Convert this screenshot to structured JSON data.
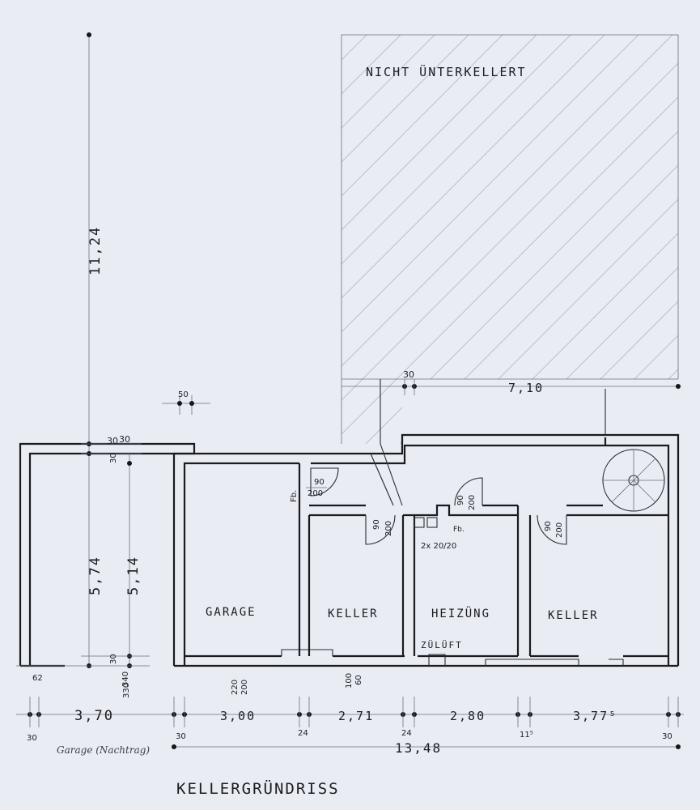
{
  "drawing": {
    "title": "KELLERGRÜNDRISS",
    "note_unbasemented": "NICHT ÜNTERKELLERT",
    "note_garage_addendum": "Garage (Nachtrag)"
  },
  "rooms": {
    "garage": "GARAGE",
    "keller_1": "KELLER",
    "heizung": "HEIZÜNG",
    "keller_2": "KELLER",
    "zuluft": "ZÜLÜFT"
  },
  "doors": {
    "door_1_width": "90",
    "door_1_height": "200",
    "door_1_tag": "Fb.",
    "door_2_width": "90",
    "door_2_height": "200",
    "door_3_width": "90",
    "door_3_height": "200",
    "door_3_tag": "Fb.",
    "door_4_width": "90",
    "door_4_height": "200",
    "duct_label": "2x 20/20"
  },
  "dimensions": {
    "total_depth": "11,24",
    "depth_left_outer": "5,74",
    "depth_left_inner": "5,14",
    "wall_50": "50",
    "wall_30_top": "30",
    "wall_30_a": "30",
    "wall_30_b": "30",
    "wall_30_c": "30",
    "dim_62": "62",
    "dim_340": "340",
    "dim_330": "330",
    "garage_door_w": "220",
    "garage_door_h": "200",
    "window_w": "100",
    "window_h": "60",
    "upper_width": "7,10",
    "upper_wall": "30",
    "seg_garage_addendum": "3,70",
    "seg_garage": "3,00",
    "seg_keller_1": "2,71",
    "seg_heizung": "2,80",
    "seg_keller_2": "3,77⁵",
    "wall_left": "30",
    "wall_24_a": "24",
    "wall_24_b": "24",
    "wall_11_5": "11⁵",
    "wall_30_right": "30",
    "wall_30_left_total": "30",
    "total_width": "13,48"
  }
}
